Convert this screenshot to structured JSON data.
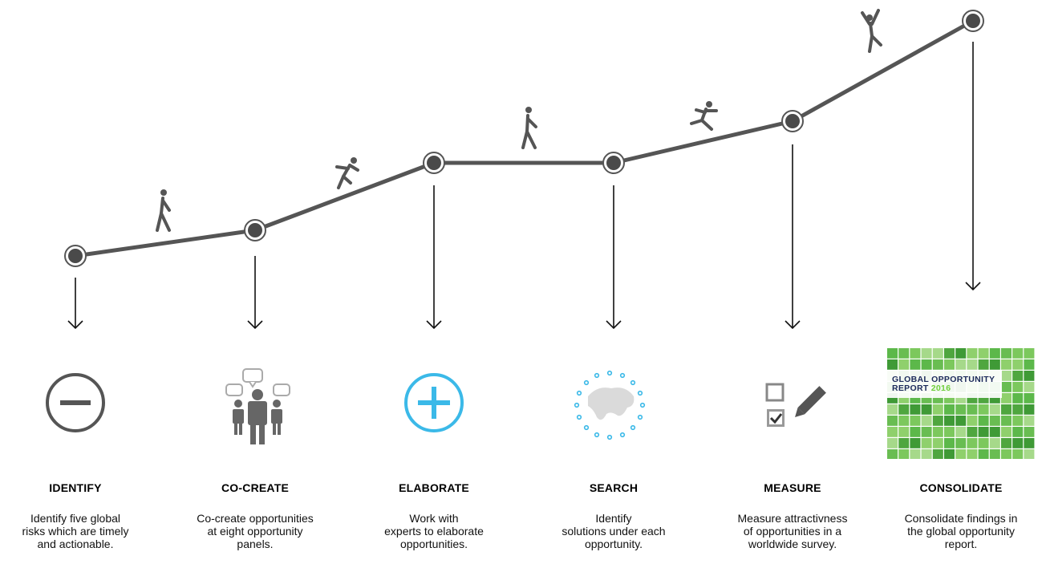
{
  "steps": [
    {
      "title": "IDENTIFY",
      "description": "Identify five global\nrisks which are timely\nand actionable.",
      "icon": "minus-circle-icon"
    },
    {
      "title": "CO-CREATE",
      "description": "Co-create opportunities\nat eight opportunity\npanels.",
      "icon": "people-group-icon"
    },
    {
      "title": "ELABORATE",
      "description": "Work with\nexperts to elaborate\nopportunities.",
      "icon": "plus-circle-icon"
    },
    {
      "title": "SEARCH",
      "description": "Identify\nsolutions under each\nopportunity.",
      "icon": "globe-icon"
    },
    {
      "title": "MEASURE",
      "description": "Measure attractivness\nof opportunities in a\nworldwide survey.",
      "icon": "checklist-pencil-icon"
    },
    {
      "title": "CONSOLIDATE",
      "description": "Consolidate findings in\nthe global opportunity\nreport.",
      "icon": "report-cover-icon"
    }
  ],
  "report": {
    "title_line1": "GLOBAL OPPORTUNITY",
    "title_line2": "REPORT",
    "year": "2016"
  },
  "colors": {
    "line": "#555555",
    "node": "#4a4a4a",
    "figure": "#555555",
    "accent_blue": "#3bb9e8",
    "report_green": "#6fcf3a"
  }
}
